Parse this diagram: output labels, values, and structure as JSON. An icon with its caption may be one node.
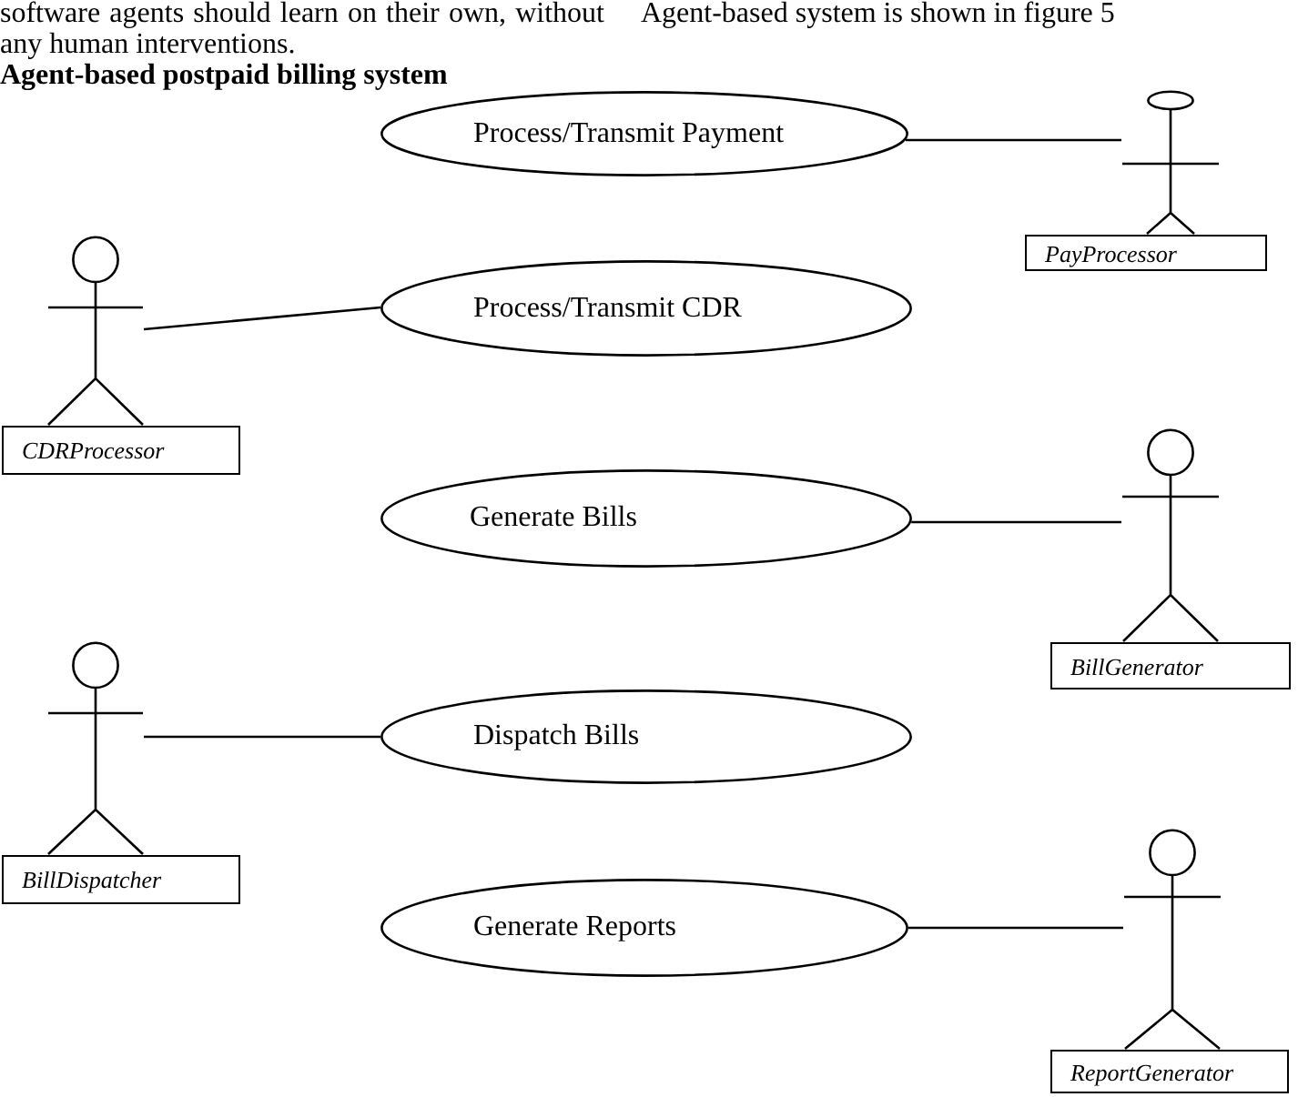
{
  "diagram": {
    "title": "Agent-based postpaid billing system",
    "nodes": [
      {
        "text": [
          "Process/Transmit Payment"
        ]
      },
      {
        "text": [],
        "shape": "person"
      },
      {
        "text": [
          "PayProcessor"
        ]
      },
      {
        "text": [],
        "shape": "person"
      },
      {
        "text": [
          "Process/Transmit CDR"
        ]
      },
      {
        "text": [
          "CDRProcessor"
        ]
      },
      {
        "text": [
          "Generate Bills"
        ]
      },
      {
        "text": [],
        "shape": "person"
      },
      {
        "text": [
          "BillGenerator"
        ]
      },
      {
        "text": [],
        "shape": "person"
      },
      {
        "text": [
          "Dispatch Bills"
        ]
      },
      {
        "text": [
          "BillDispatcher"
        ]
      },
      {
        "text": [
          "Generate Reports"
        ]
      },
      {
        "text": [],
        "shape": "person"
      },
      {
        "text": [
          "ReportGenerator"
        ]
      }
    ],
    "edges": [
      {
        "from": 0,
        "to": 1,
        "arrow": "none"
      },
      {
        "from": 3,
        "to": 4,
        "arrow": "none"
      },
      {
        "from": 6,
        "to": 7,
        "arrow": "none"
      },
      {
        "from": 9,
        "to": 10,
        "arrow": "none"
      },
      {
        "from": 12,
        "to": 13,
        "arrow": "none"
      }
    ],
    "labels": [
      "software agents should learn on their own, without any human interventions.",
      "Agent-based system is shown in figure 5"
    ]
  }
}
